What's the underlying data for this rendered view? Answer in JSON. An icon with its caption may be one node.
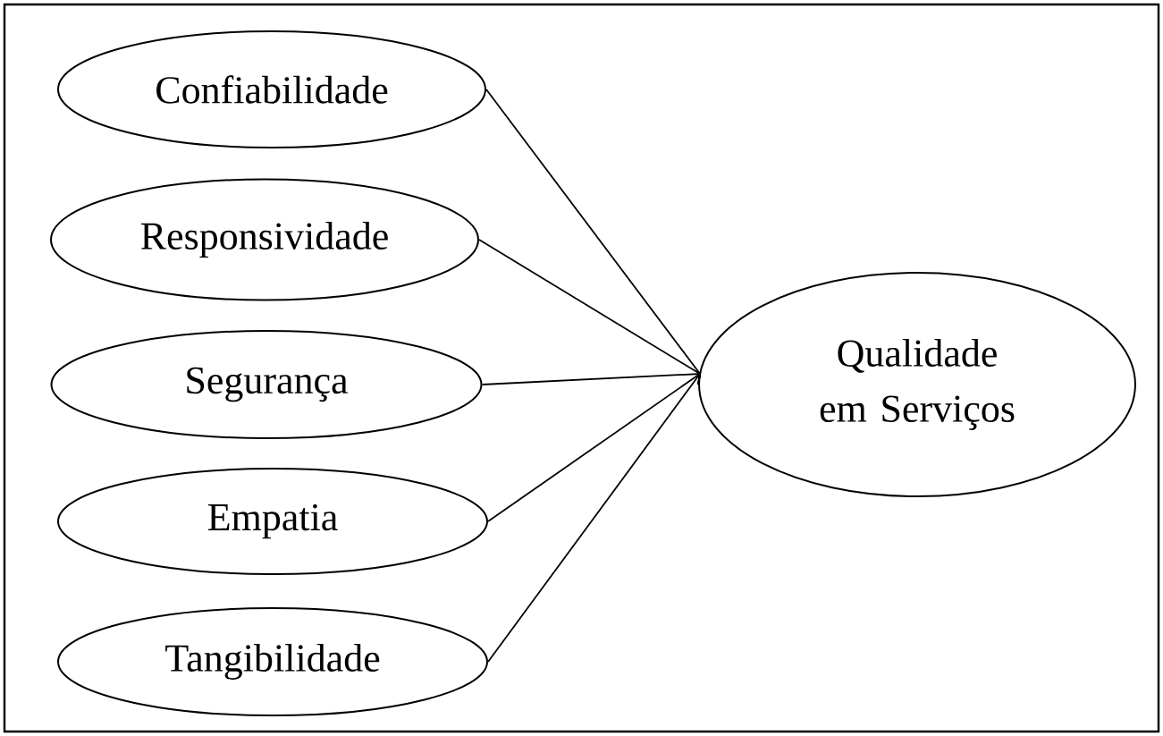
{
  "diagram": {
    "nodes": [
      {
        "text": [
          "Confiabilidade"
        ]
      },
      {
        "text": [
          "Responsividade"
        ]
      },
      {
        "text": [
          "Segurança"
        ]
      },
      {
        "text": [
          "Empatia"
        ]
      },
      {
        "text": [
          "Tangibilidade"
        ]
      },
      {
        "text": [
          "Qualidade em Serviços"
        ]
      }
    ],
    "edges": [
      {
        "from": 0,
        "to": 5,
        "arrow": "none"
      },
      {
        "from": 1,
        "to": 5,
        "arrow": "none"
      },
      {
        "from": 2,
        "to": 5,
        "arrow": "none"
      },
      {
        "from": 3,
        "to": 5,
        "arrow": "none"
      },
      {
        "from": 4,
        "to": 5,
        "arrow": "none"
      }
    ]
  }
}
